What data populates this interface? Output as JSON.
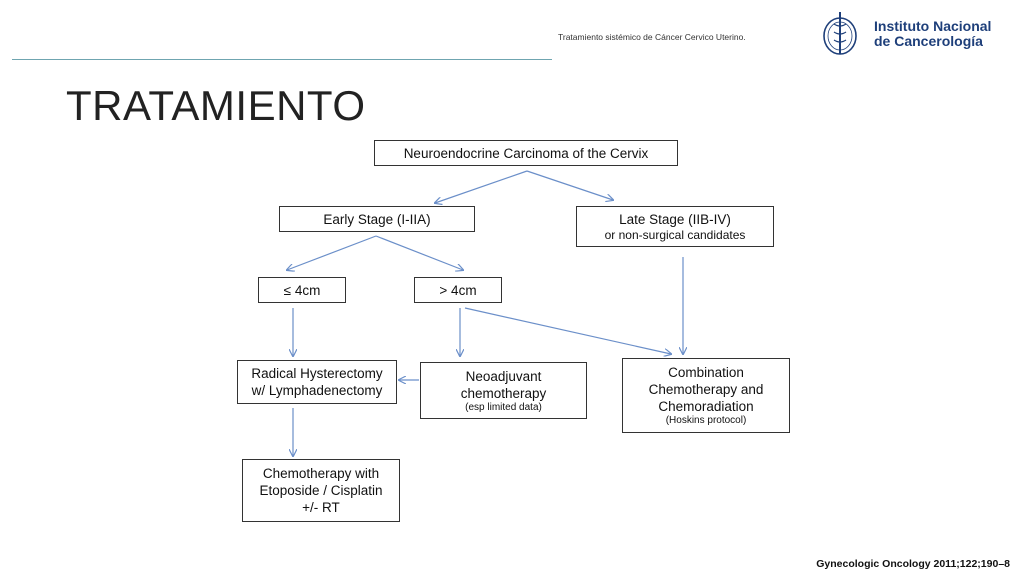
{
  "header": {
    "subtitle": "Tratamiento sistémico  de Cáncer Cervico Uterino.",
    "logo": {
      "line1": "Instituto Nacional",
      "line2": "de Cancerología",
      "icon": "institute-seal-icon"
    }
  },
  "title": "TRATAMIENTO",
  "diagram": {
    "root": "Neuroendocrine Carcinoma of the Cervix",
    "early": "Early Stage (I-IIA)",
    "late": {
      "line1": "Late Stage (IIB-IV)",
      "line2": "or non-surgical candidates"
    },
    "small_tumor": "≤ 4cm",
    "large_tumor": "> 4cm",
    "surgery": {
      "line1": "Radical Hysterectomy",
      "line2": "w/ Lymphadenectomy"
    },
    "neoadjuvant": {
      "line1": "Neoadjuvant",
      "line2": "chemotherapy",
      "note": "(esp limited data)"
    },
    "combination": {
      "line1": "Combination",
      "line2": "Chemotherapy and",
      "line3": "Chemoradiation",
      "note": "(Hoskins protocol)"
    },
    "adjuvant": {
      "line1": "Chemotherapy with",
      "line2": "Etoposide / Cisplatin",
      "line3": "+/- RT"
    }
  },
  "citation": "Gynecologic Oncology 2011;122;190–8",
  "colors": {
    "arrow": "#6b8fc9",
    "rule": "#6fa5b0",
    "logo": "#1e3f7a"
  }
}
